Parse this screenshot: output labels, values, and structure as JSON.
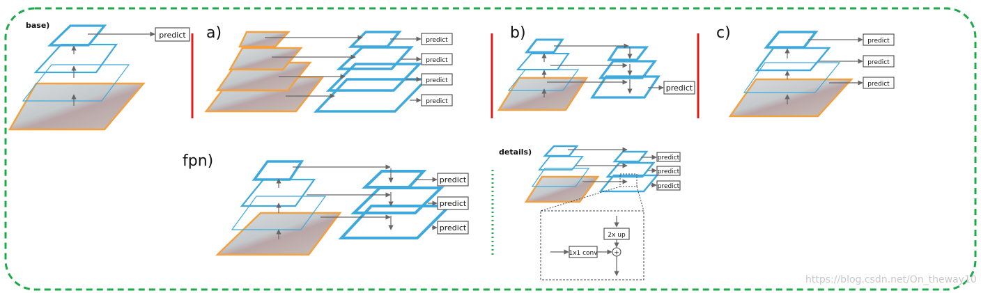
{
  "colors": {
    "border": "#1ea84a",
    "separator": "#dd1c1c",
    "feature_map": "#3fa9dc",
    "image": "#f4a040"
  },
  "labels": {
    "base": "base)",
    "a": "a)",
    "b": "b)",
    "c": "c)",
    "fpn": "fpn)",
    "details": "details)"
  },
  "predict": "predict",
  "details_box": {
    "up": "2x up",
    "conv": "1x1 conv",
    "plus": "+"
  },
  "watermark": "https://blog.csdn.net/On_theway10"
}
